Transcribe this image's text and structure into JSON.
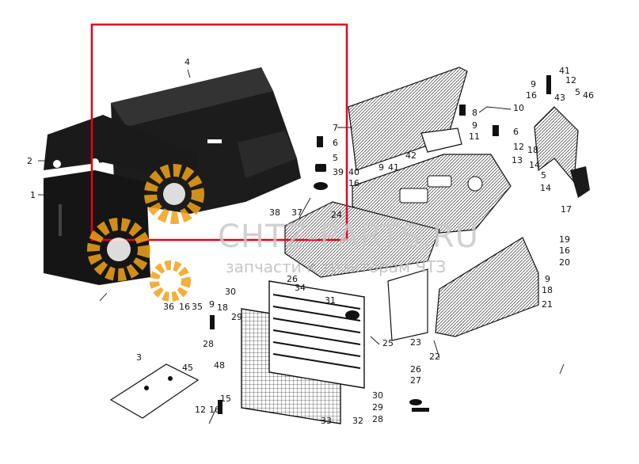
{
  "labels": [
    "1",
    "2",
    "3",
    "4",
    "5",
    "6",
    "7",
    "8",
    "9",
    "10",
    "11",
    "12",
    "13",
    "14",
    "15",
    "16",
    "17",
    "18",
    "19",
    "20",
    "21",
    "22",
    "23",
    "24",
    "25",
    "26",
    "27",
    "28",
    "29",
    "30",
    "31",
    "32",
    "33",
    "34",
    "35",
    "36",
    "37",
    "38",
    "39",
    "40",
    "41",
    "42",
    "43",
    "45",
    "46",
    "48"
  ],
  "watermark": {
    "line1": "CHTZ-PARTS.RU",
    "line2": "запчасти к тракторам ЧТЗ"
  },
  "colors": {
    "ink": "#111111",
    "highlight": "#e8001c",
    "gear": "#f0a21a"
  }
}
